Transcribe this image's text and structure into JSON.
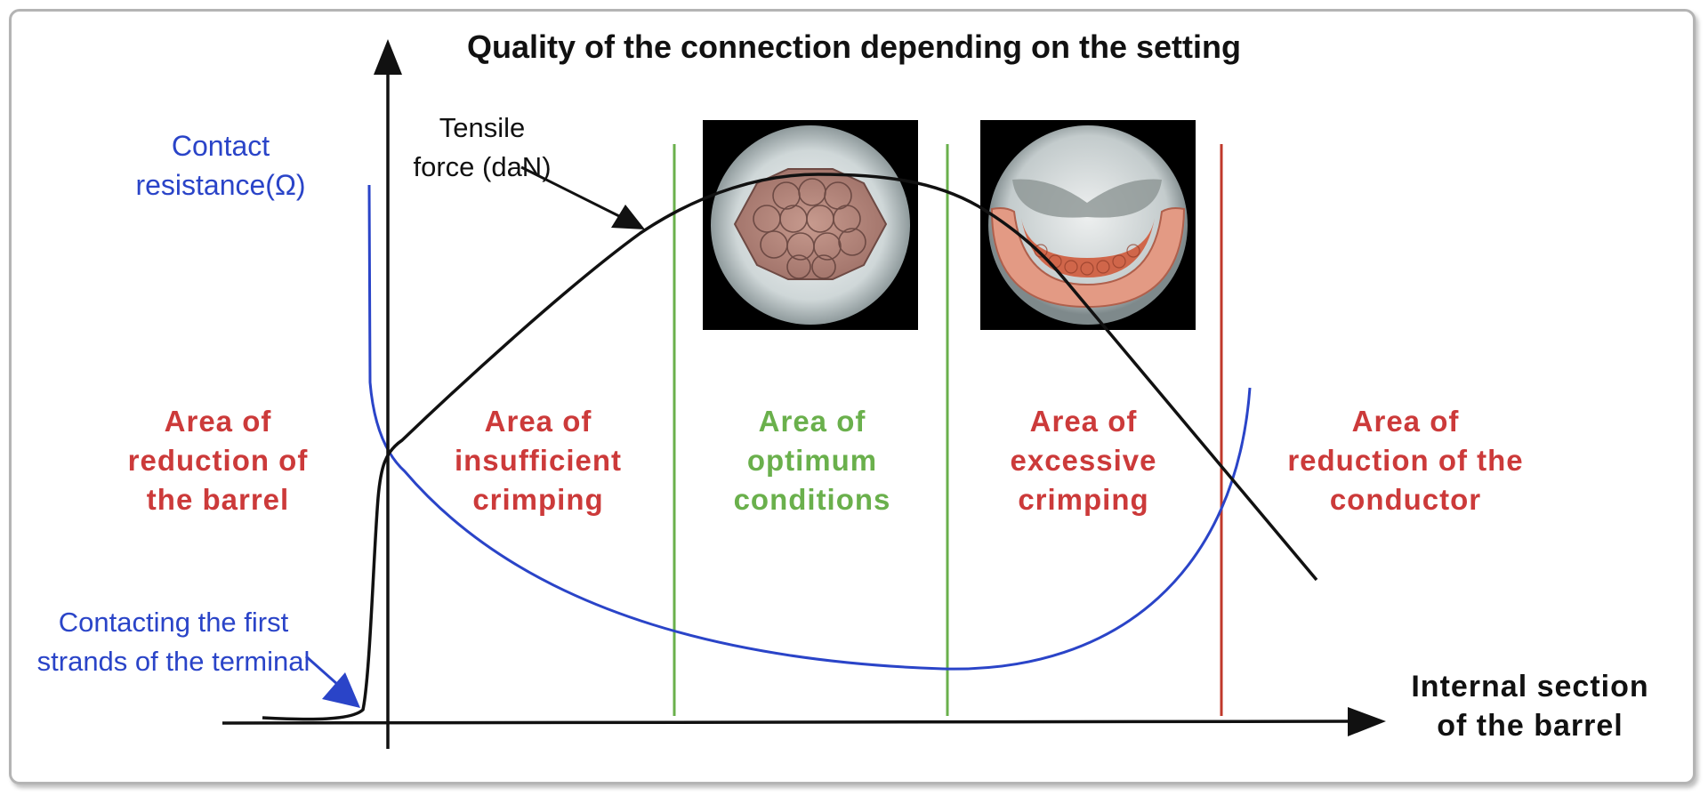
{
  "title": "Quality of the connection depending on the setting",
  "labels": {
    "contact_resistance": "Contact resistance(Ω)",
    "tensile_force": "Tensile force (daN)",
    "contacting_strands": "Contacting the first strands of the terminal",
    "x_axis": "Internal section\nof the barrel"
  },
  "zones": [
    {
      "text": "Area of\nreduction of\nthe barrel",
      "color": "#cc3a3a"
    },
    {
      "text": "Area of\ninsufficient\ncrimping",
      "color": "#cc3a3a"
    },
    {
      "text": "Area of\noptimum\nconditions",
      "color": "#6ab04c"
    },
    {
      "text": "Area of\nexcessive\ncrimping",
      "color": "#cc3a3a"
    },
    {
      "text": "Area of\nreduction of the\nconductor",
      "color": "#cc3a3a"
    }
  ],
  "colors": {
    "resistance_curve": "#2a44c8",
    "tensile_curve": "#111111",
    "optimum_boundary": "#6ab04c",
    "limit_boundary": "#c0392b",
    "axis": "#111111"
  },
  "photos": [
    {
      "name": "optimum-crimp-cross-section-photo",
      "depicts": "round bundle of strands crimped evenly"
    },
    {
      "name": "excessive-crimp-cross-section-photo",
      "depicts": "crushed crescent-shaped conductor"
    }
  ]
}
